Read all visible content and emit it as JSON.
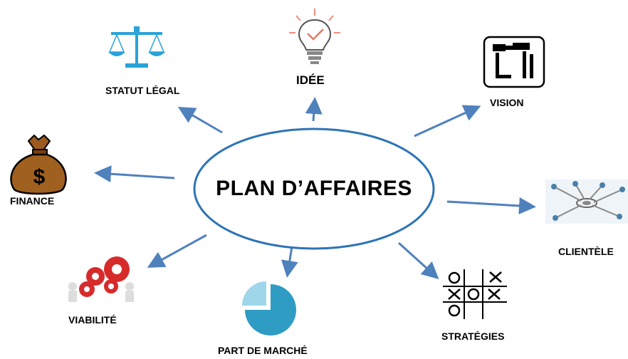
{
  "center": {
    "label": "PLAN D’AFFAIRES"
  },
  "nodes": {
    "idee": "IDÉE",
    "statut": "STATUT LÉGAL",
    "vision": "VISION",
    "finance": "FINANCE",
    "clientele": "CLIENTÈLE",
    "viabilite": "VIABILITÉ",
    "part_marche": "PART DE MARCHÉ",
    "strategies": "STRATÉGIES"
  },
  "colors": {
    "arrow": "#4f81bd",
    "ellipse": "#2e74b5",
    "finance_bag": "#8b4513",
    "gears": "#d72b2b",
    "pie": "#2f9cc4"
  },
  "icons": [
    "lightbulb-icon",
    "scale-icon",
    "binoculars-icon",
    "money-bag-icon",
    "network-icon",
    "gears-icon",
    "pie-chart-icon",
    "tic-tac-toe-icon"
  ]
}
